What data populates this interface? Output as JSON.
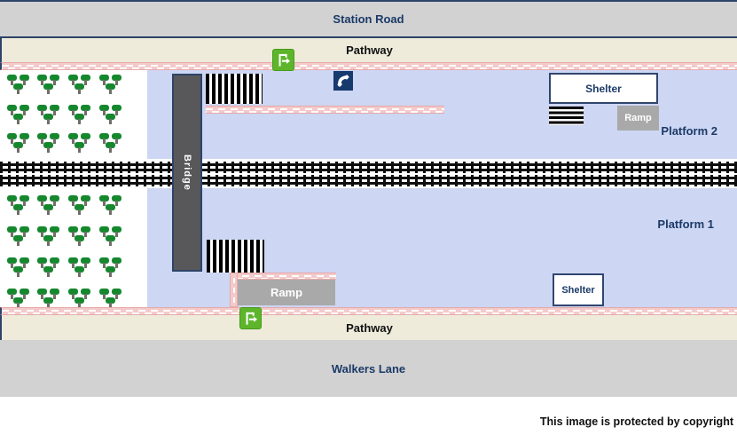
{
  "streets": {
    "top": "Station Road",
    "bottom": "Walkers Lane"
  },
  "pathways": {
    "top": "Pathway",
    "bottom": "Pathway"
  },
  "platforms": {
    "p2_label": "Platform 2",
    "p1_label": "Platform 1"
  },
  "bridge": {
    "label": "Bridge"
  },
  "shelters": {
    "p2": "Shelter",
    "p1": "Shelter"
  },
  "ramps": {
    "p2": "Ramp",
    "p1": "Ramp"
  },
  "footer": {
    "copyright": "This image is protected by copyright"
  },
  "icons": {
    "exit_top": "exit-door-with-arrow",
    "exit_bottom": "exit-door-with-arrow",
    "phone": "telephone-handset"
  },
  "colors": {
    "street_band": "#d2d2d2",
    "pathway_band": "#eeebdb",
    "platform_blue": "#cdd6f3",
    "wall_pink": "#f3caca",
    "navy_text": "#1b3a68",
    "navy_border": "#2d4468",
    "bridge_gray": "#58585a",
    "ramp_gray": "#a9a9a9",
    "exit_green": "#5eb52c",
    "phone_navy": "#16396e",
    "tree_green": "#15882e"
  },
  "groves": {
    "top": {
      "rows": [
        84,
        118,
        150
      ],
      "cols": [
        8,
        42,
        77,
        112
      ]
    },
    "bottom": {
      "rows": [
        220,
        255,
        290,
        325
      ],
      "cols": [
        8,
        42,
        77,
        112
      ]
    }
  }
}
